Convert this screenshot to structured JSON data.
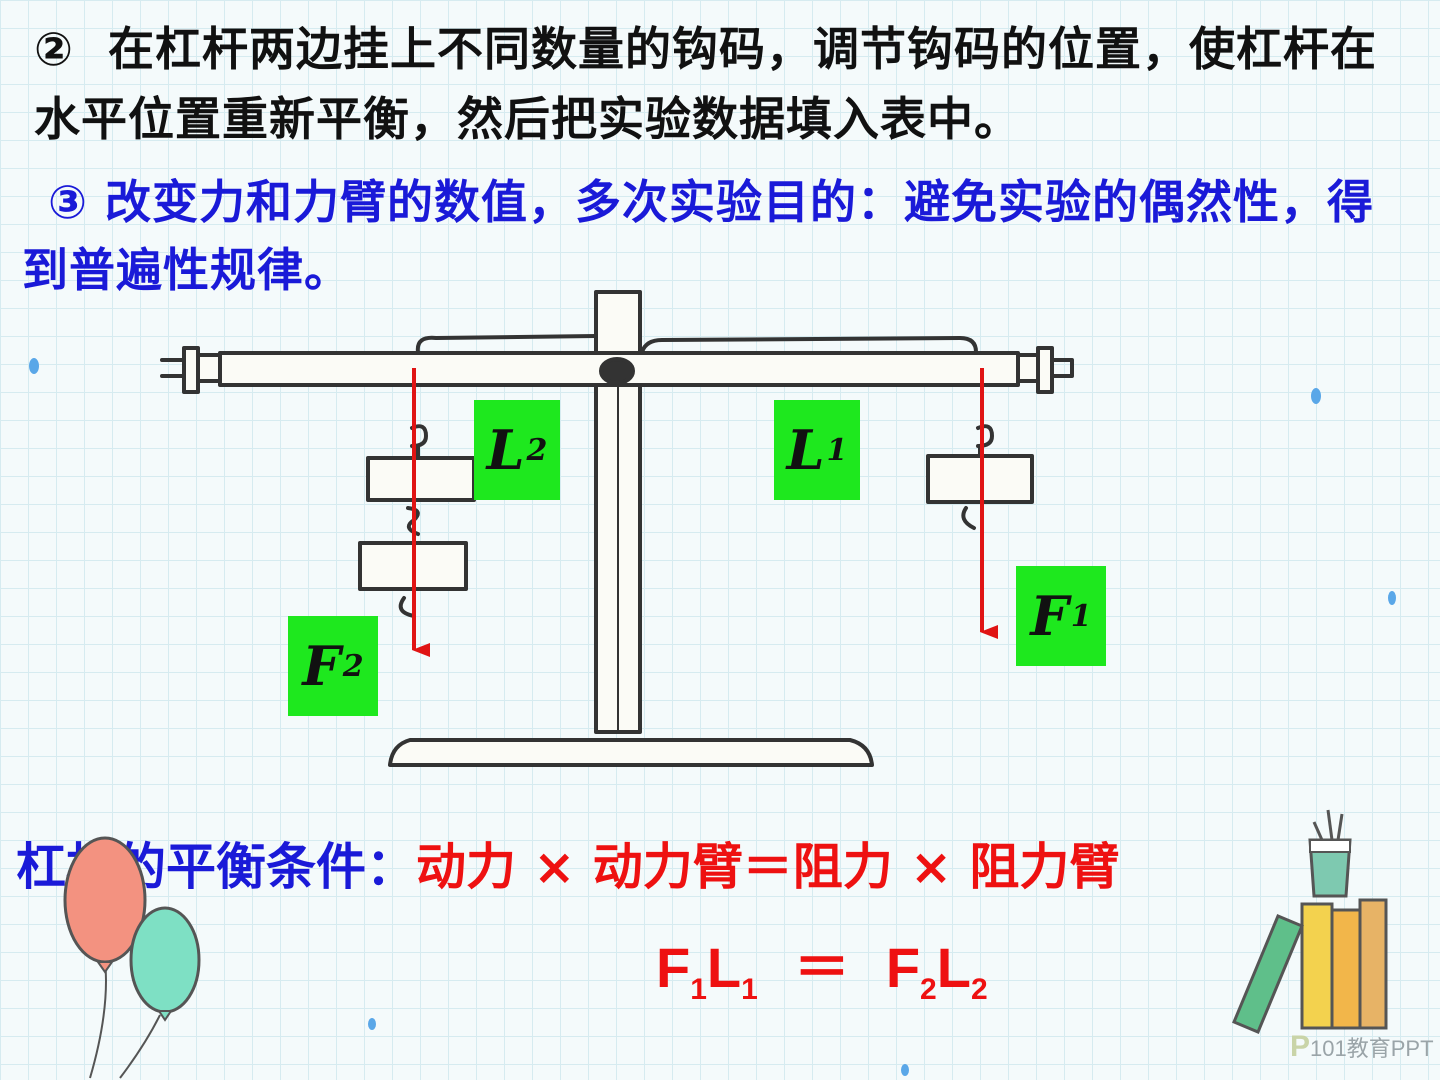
{
  "step2": {
    "number": "②",
    "text": "在杠杆两边挂上不同数量的钩码，调节钩码的位置，使杠杆在水平位置重新平衡，然后把实验数据填入表中。"
  },
  "step3": {
    "number": "③",
    "text": "改变力和力臂的数值，多次实验目的：避免实验的偶然性，得到普遍性规律。"
  },
  "diagram_labels": {
    "L2": {
      "letter": "L",
      "sub": "2"
    },
    "L1": {
      "letter": "L",
      "sub": "1"
    },
    "F1": {
      "letter": "F",
      "sub": "1"
    },
    "F2": {
      "letter": "F",
      "sub": "2"
    }
  },
  "condition": {
    "label": "杠杆的平衡条件：",
    "text": "动力 × 动力臂＝阻力 × 阻力臂"
  },
  "formula": {
    "f1": "F",
    "s1": "1",
    "l1": "L",
    "s2": "1",
    "eq": "＝",
    "f2": "F",
    "s3": "2",
    "l2": "L",
    "s4": "2"
  },
  "watermark": {
    "logo": "P",
    "text": "101教育PPT"
  },
  "colors": {
    "blue_text": "#1a1ad8",
    "red_text": "#ee1111",
    "label_green": "#1ee81e",
    "arrow_red": "#e01414"
  }
}
